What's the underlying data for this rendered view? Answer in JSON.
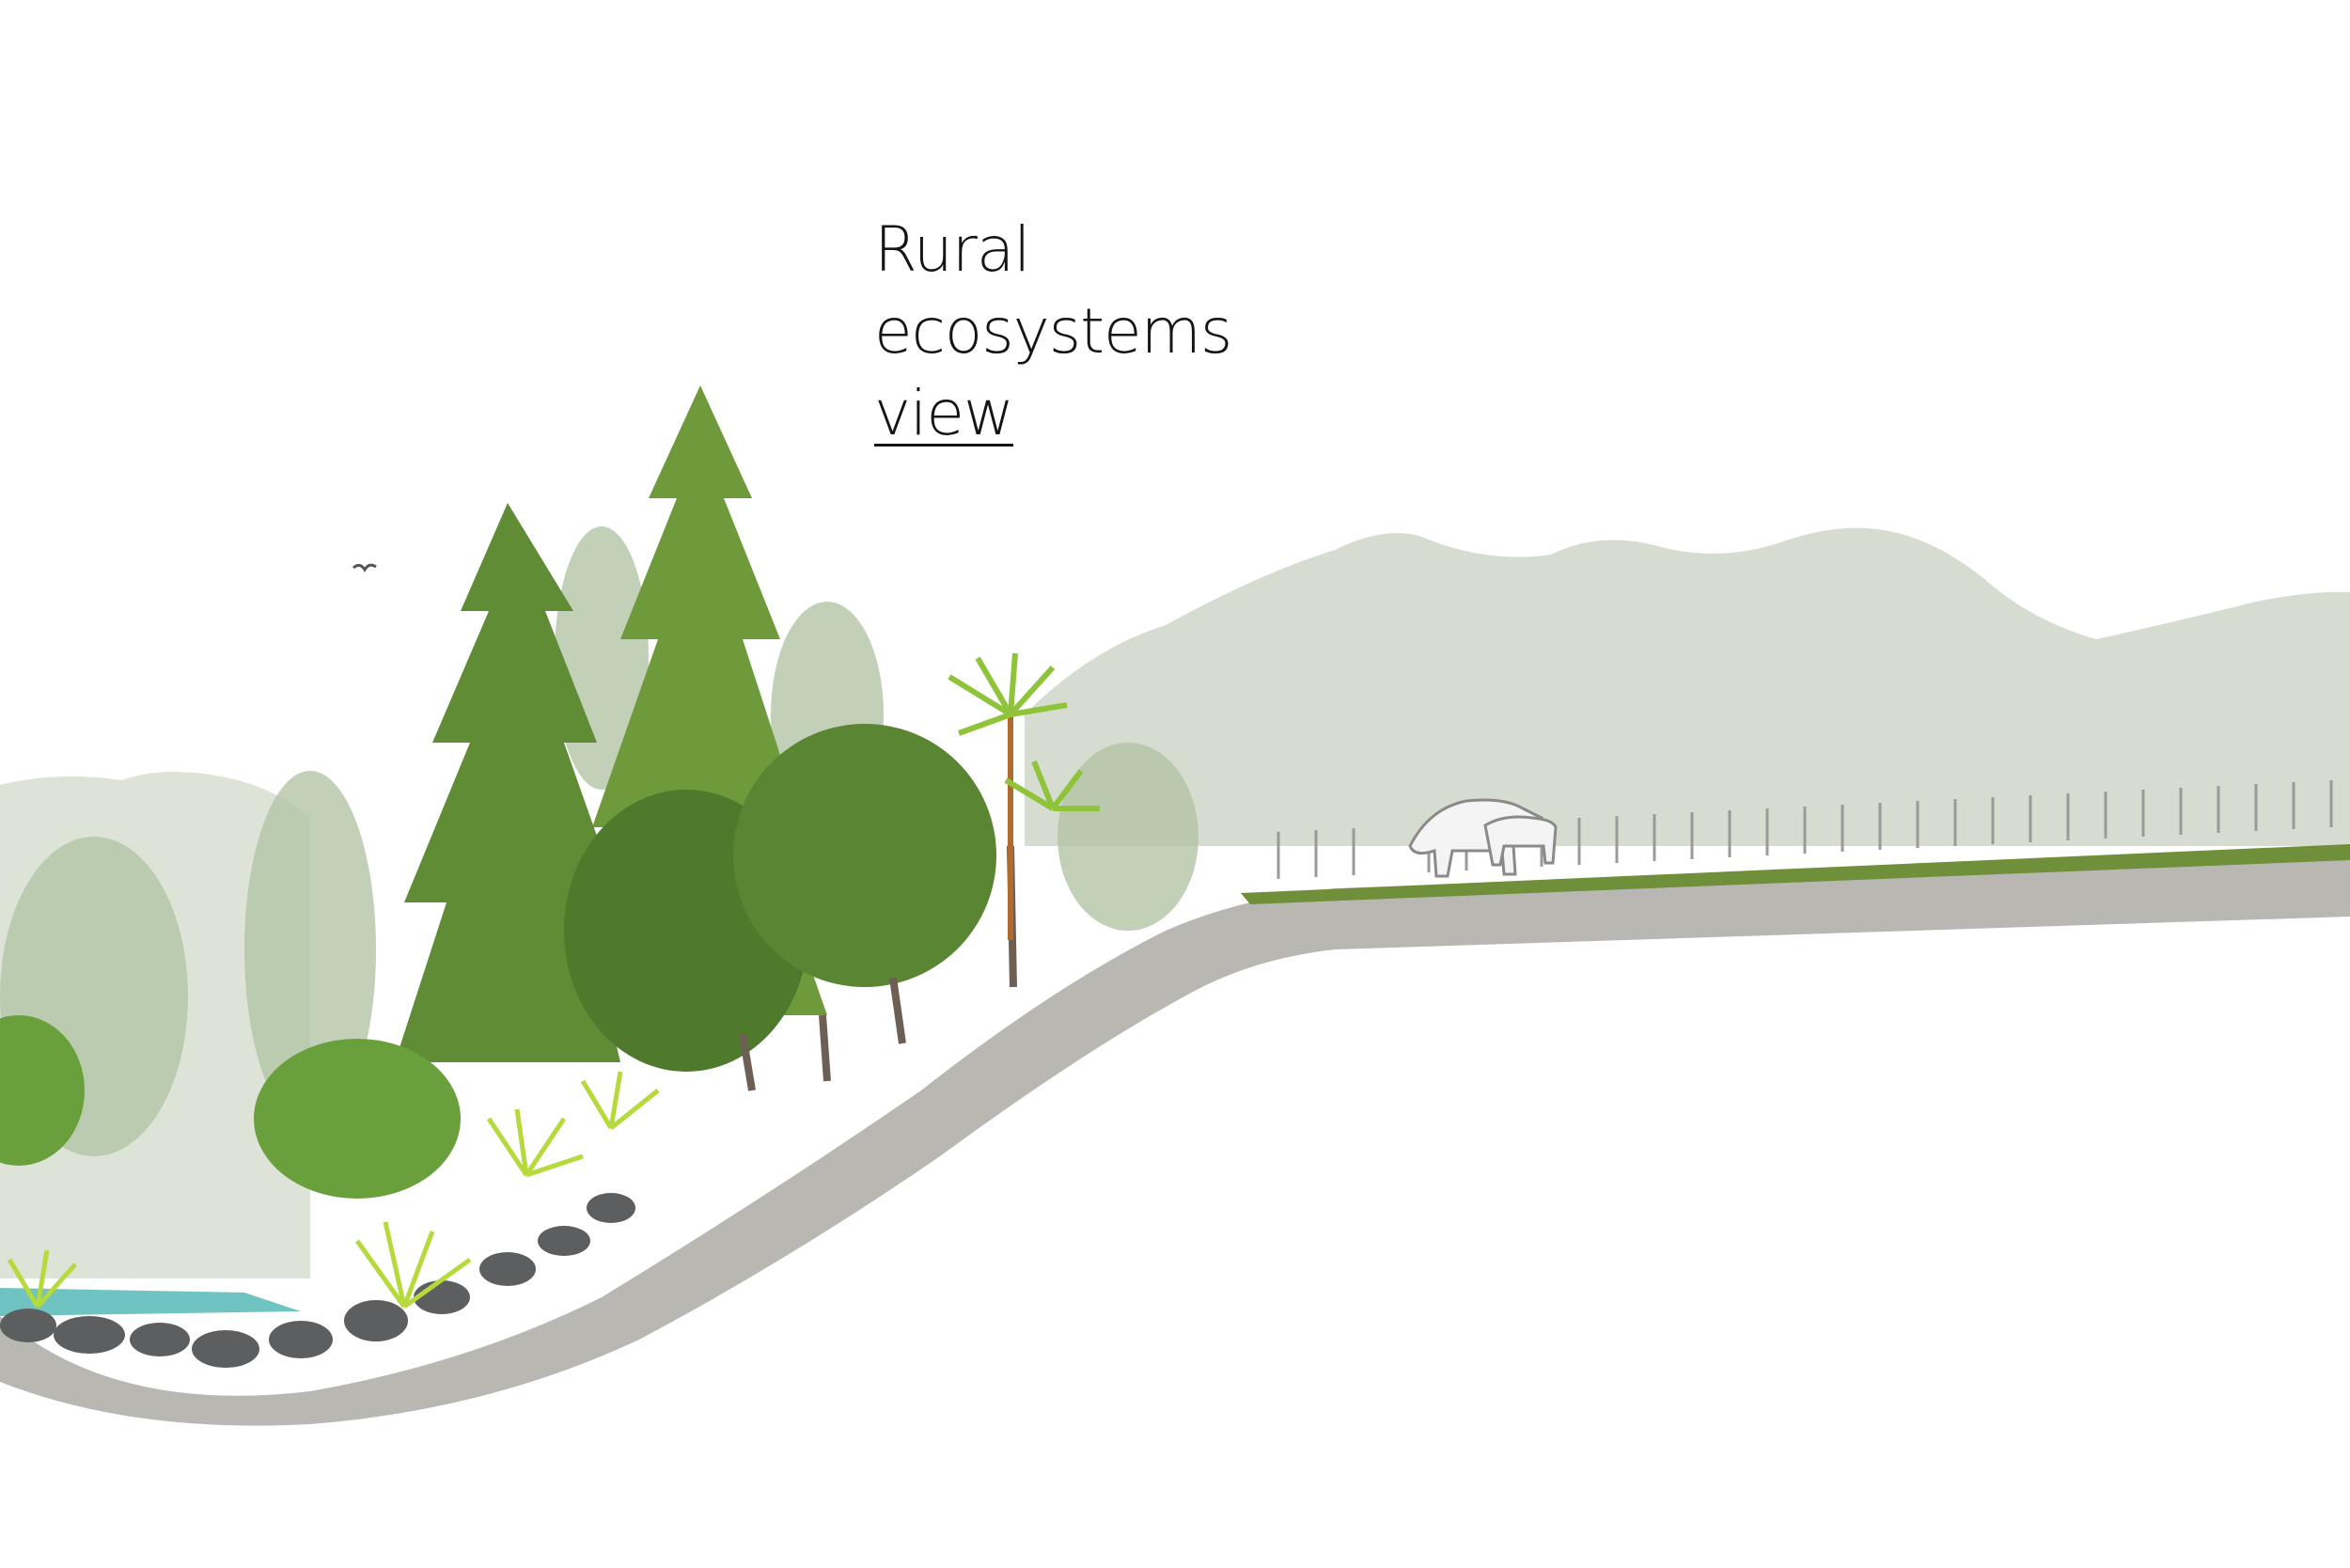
{
  "caption": {
    "line1": "Rural",
    "line2": "ecosystems",
    "link": "view"
  },
  "palette": {
    "background": "#ffffff",
    "mountains": "#d6ddd0",
    "mountains_far": "#c9d2c4",
    "soil": "#b9b7b2",
    "soil_edge": "#8f8d89",
    "grass": "#6f8f3a",
    "tree_dark": "#4f7a2c",
    "tree_mid": "#6f9a3c",
    "tree_light": "#9fba78",
    "fern": "#b6d93b",
    "water": "#6fc3c0",
    "rock": "#5c5e60",
    "fence": "#9a9a9a",
    "text": "#151515"
  },
  "scene": {
    "title_icons": [
      "mountains-illustration",
      "forest-illustration",
      "pasture-illustration",
      "cows-illustration",
      "fence-illustration",
      "stream-illustration"
    ]
  }
}
